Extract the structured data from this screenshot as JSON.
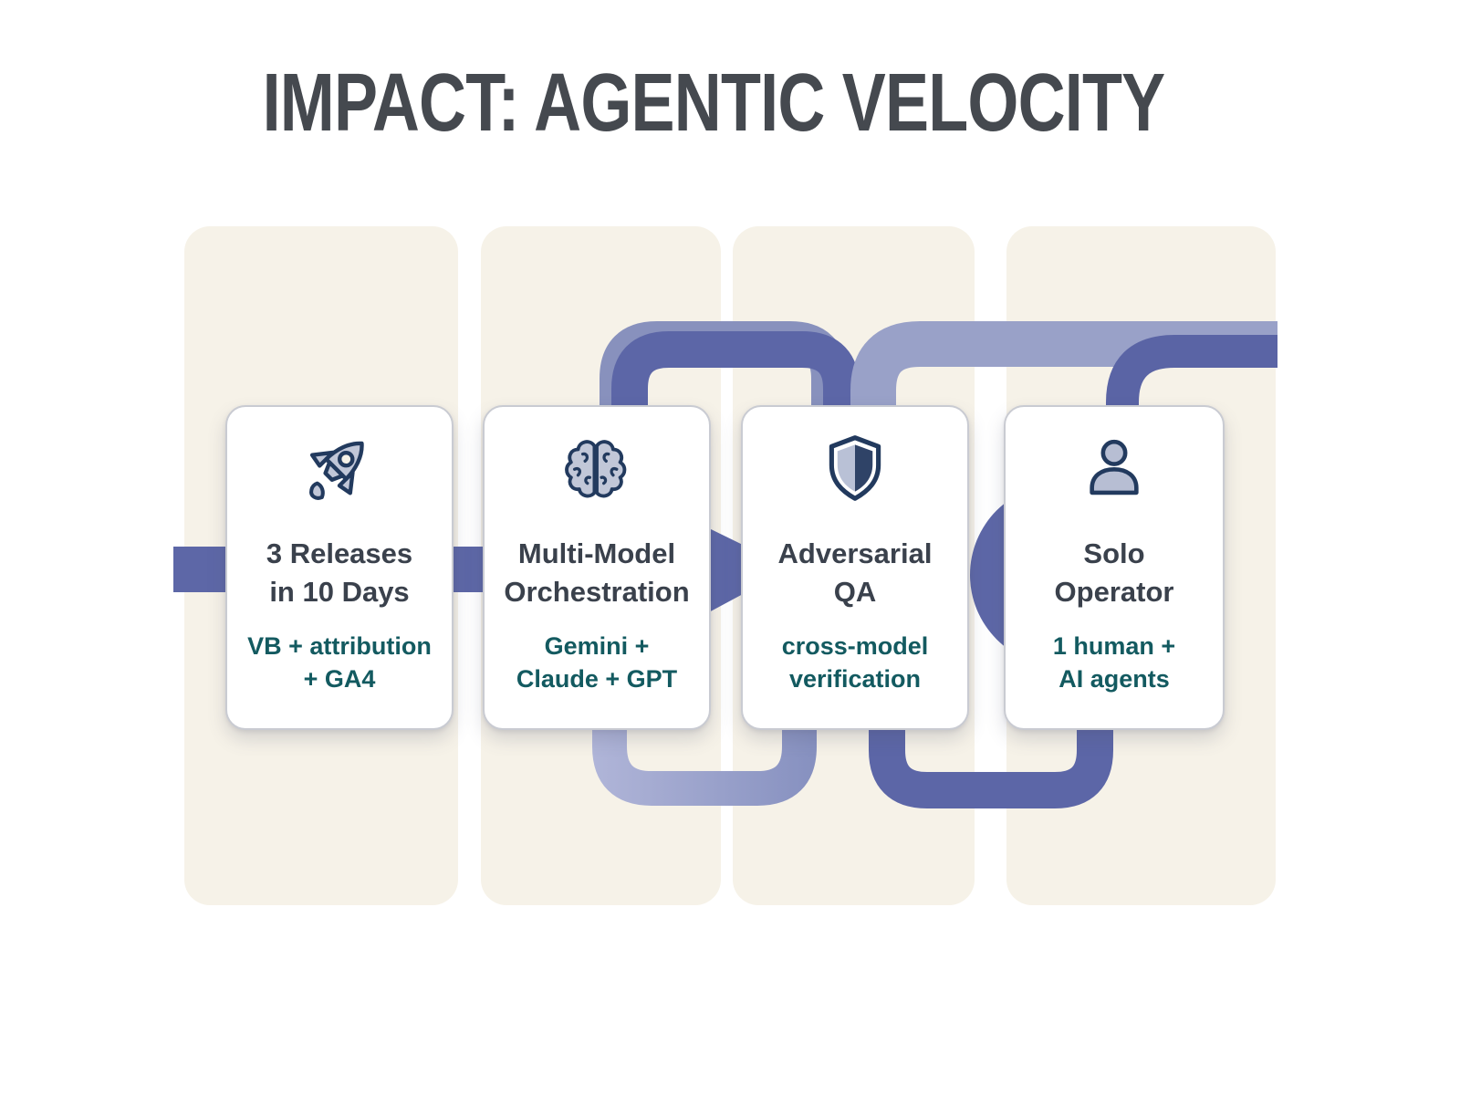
{
  "title": "IMPACT: AGENTIC VELOCITY",
  "colors": {
    "path_dark": "#5c66a7",
    "path_light": "#99a1c8",
    "path_highlight": "#8891bd",
    "column_bg": "#f6f2e8",
    "title_color": "#45494f",
    "card_title_color": "#3a414c",
    "card_subtitle_color": "#135a60",
    "icon_outline": "#223a5e",
    "icon_fill": "#c1c7d8",
    "shield_dark_half": "#2f4367"
  },
  "cards": [
    {
      "icon": "rocket-icon",
      "title": "3 Releases\nin 10 Days",
      "subtitle": "VB + attribution\n+ GA4"
    },
    {
      "icon": "brain-icon",
      "title": "Multi-Model\nOrchestration",
      "subtitle": "Gemini +\nClaude + GPT"
    },
    {
      "icon": "shield-icon",
      "title": "Adversarial\nQA",
      "subtitle": "cross-model\nverification"
    },
    {
      "icon": "person-icon",
      "title": "Solo\nOperator",
      "subtitle": "1 human +\nAI agents"
    }
  ]
}
